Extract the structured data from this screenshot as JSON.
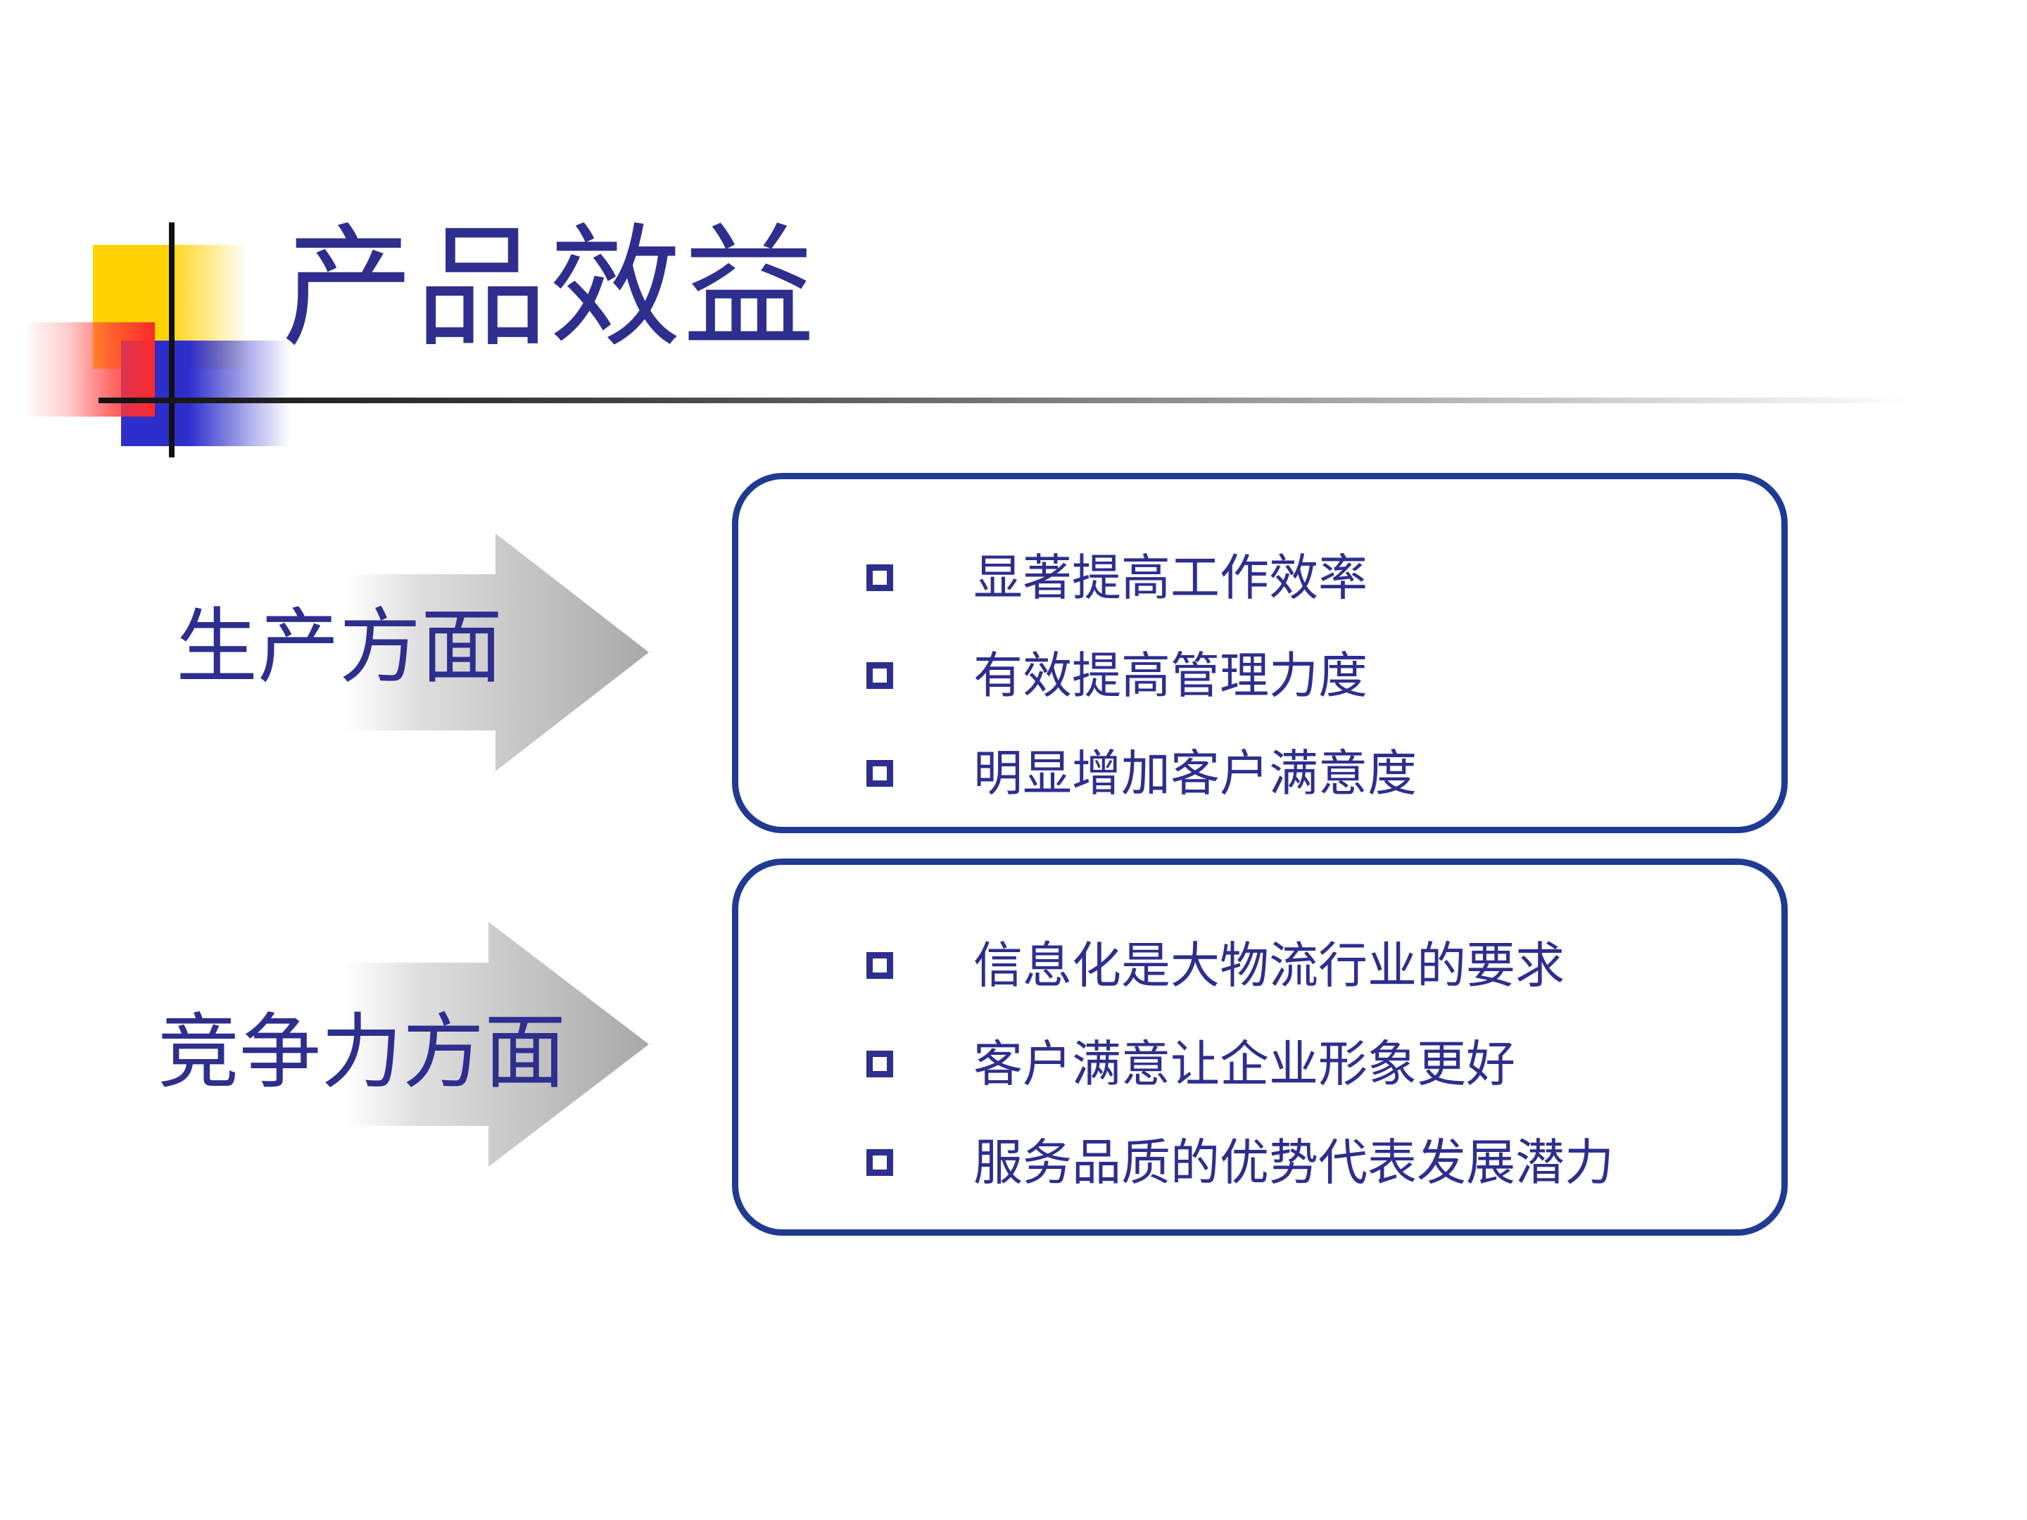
{
  "title": "产品效益",
  "colors": {
    "text": "#2e2e8e",
    "box_border": "#1f3a93",
    "logo_yellow": "#ffd200",
    "logo_blue": "#2e2ecc",
    "logo_red": "#ff2a2a",
    "arrow_gray": "#b5b5b5"
  },
  "sections": [
    {
      "label": "生产方面",
      "items": [
        "显著提高工作效率",
        "有效提高管理力度",
        "明显增加客户满意度"
      ]
    },
    {
      "label": "竞争力方面",
      "items": [
        "信息化是大物流行业的要求",
        "客户满意让企业形象更好",
        "服务品质的优势代表发展潜力"
      ]
    }
  ]
}
